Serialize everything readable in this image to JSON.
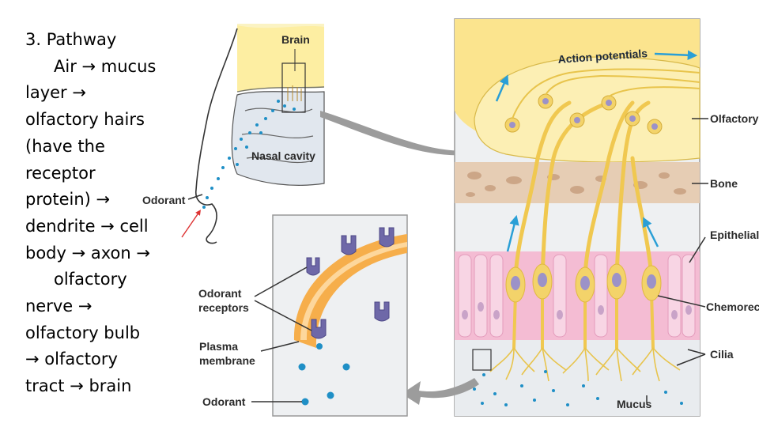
{
  "text_block": {
    "lines": [
      "3. Pathway",
      "Air → mucus",
      "layer →",
      "olfactory hairs",
      "(have the",
      "receptor",
      "protein) →",
      "dendrite → cell",
      "body → axon →",
      "olfactory",
      "nerve →",
      "olfactory bulb",
      "→ olfactory",
      "tract → brain"
    ]
  },
  "head_labels": {
    "brain": "Brain",
    "nasal_cavity": "Nasal cavity",
    "odorant": "Odorant"
  },
  "membrane_labels": {
    "odorant_receptors_1": "Odorant",
    "odorant_receptors_2": "receptors",
    "plasma_membrane_1": "Plasma",
    "plasma_membrane_2": "membrane",
    "odorant": "Odorant"
  },
  "tissue_labels": {
    "action_potentials": "Action potentials",
    "olfactory": "Olfactory",
    "bone": "Bone",
    "epithelial": "Epithelial",
    "chemoreceptor": "Chemorec",
    "cilia": "Cilia",
    "mucus": "Mucus"
  },
  "colors": {
    "bulb_yellow": "#fbe48e",
    "neuron_yellow": "#f3d36a",
    "bone_tan": "#e6cdb4",
    "epithelial_pink": "#f4bcd3",
    "receptor_purple": "#6e68a8",
    "odorant_blue": "#1f8fc6",
    "arrow_grey": "#8c8c8c",
    "accent_blue": "#2a9fd6"
  }
}
